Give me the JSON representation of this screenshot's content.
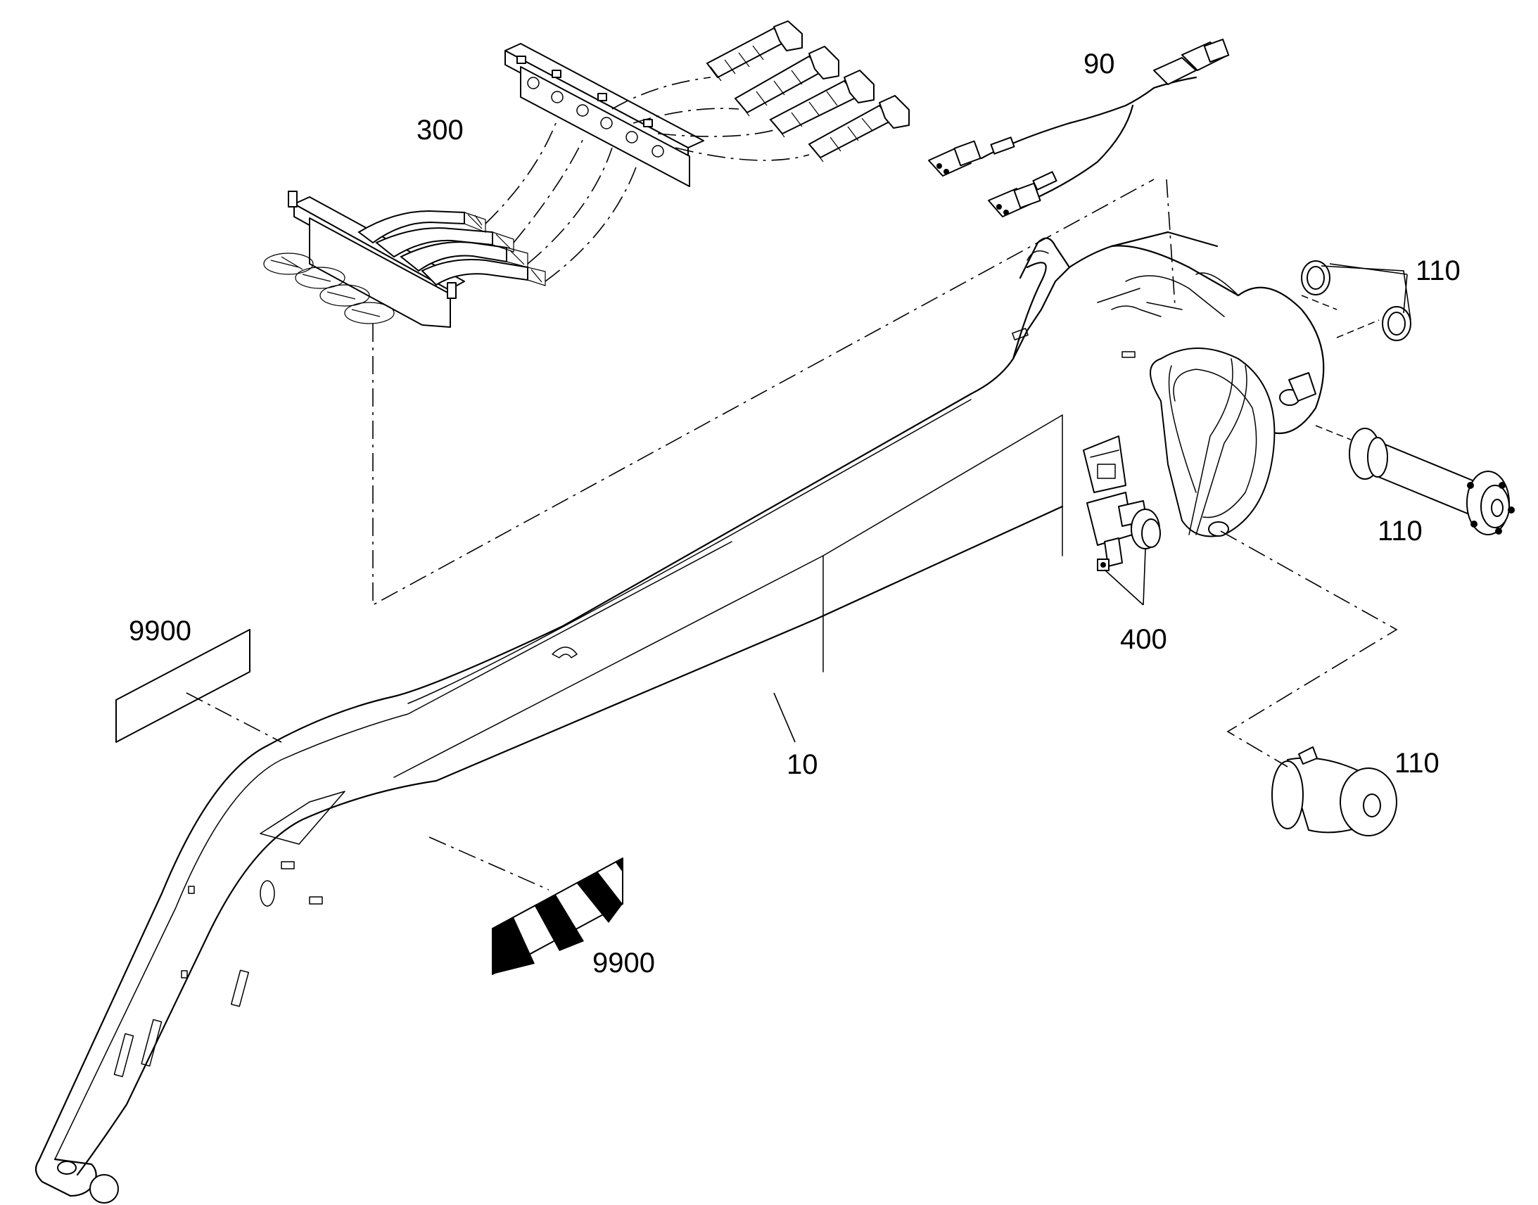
{
  "callouts": [
    {
      "id": "c300",
      "label": "300"
    },
    {
      "id": "c90",
      "label": "90"
    },
    {
      "id": "c110a",
      "label": "110"
    },
    {
      "id": "c110b",
      "label": "110"
    },
    {
      "id": "c110c",
      "label": "110"
    },
    {
      "id": "c400",
      "label": "400"
    },
    {
      "id": "c9900a",
      "label": "9900"
    },
    {
      "id": "c9900b",
      "label": "9900"
    },
    {
      "id": "c10",
      "label": "10"
    }
  ]
}
